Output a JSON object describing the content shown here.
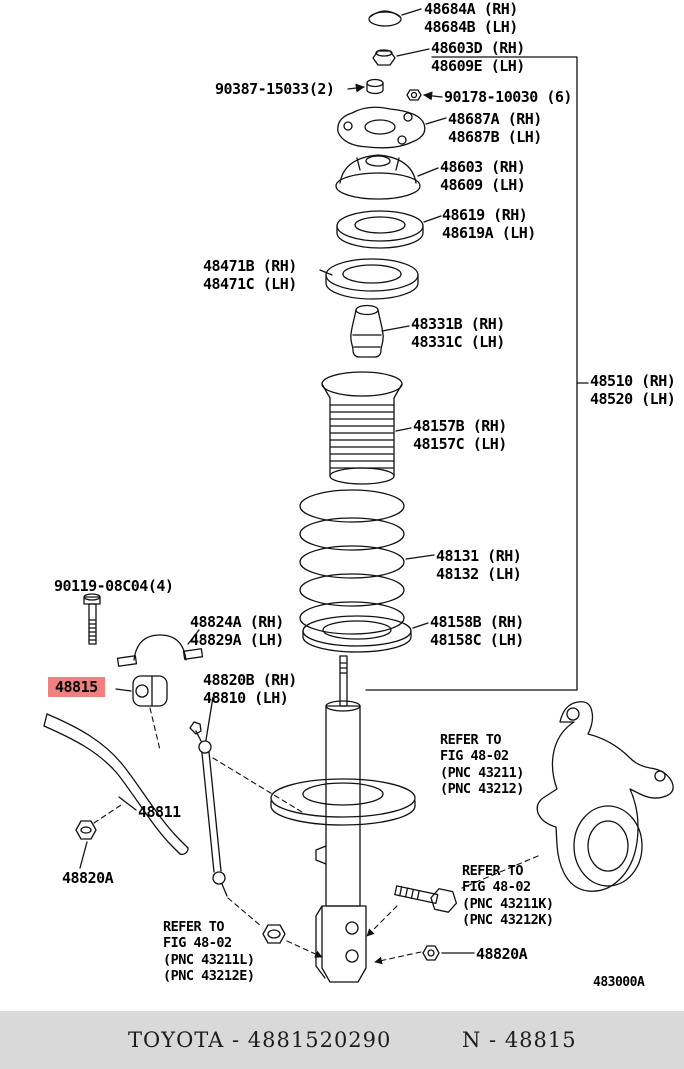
{
  "colors": {
    "highlight": "#f08080",
    "footer_bg": "#d9d9d9"
  },
  "diagram_code": "483000A",
  "footer": {
    "left": "TOYOTA - 4881520290",
    "right": "N - 48815"
  },
  "labels": {
    "p48684": "48684A (RH)\n48684B (LH)",
    "p48603d": "48603D (RH)\n48609E (LH)",
    "p90387": "90387-15033(2)",
    "p90178": "90178-10030 (6)",
    "p48687": "48687A (RH)\n48687B (LH)",
    "p48603": "48603 (RH)\n48609 (LH)",
    "p48619": "48619 (RH)\n48619A (LH)",
    "p48471": "48471B (RH)\n48471C (LH)",
    "p48331": "48331B (RH)\n48331C (LH)",
    "p48510": "48510 (RH)\n48520 (LH)",
    "p48157": "48157B (RH)\n48157C (LH)",
    "p48131": "48131 (RH)\n48132 (LH)",
    "p90119": "90119-08C04(4)",
    "p48824": "48824A (RH)\n48829A (LH)",
    "p48158": "48158B (RH)\n48158C (LH)",
    "p48815": "48815",
    "p48820b": "48820B (RH)\n48810 (LH)",
    "p48811": "48811",
    "p48820a_left": "48820A",
    "p48820a_bottom": "48820A",
    "refer_knuckle": "REFER TO\nFIG 48-02\n(PNC 43211)\n(PNC 43212)",
    "refer_bolt": "REFER TO\nFIG 48-02\n(PNC 43211K)\n(PNC 43212K)",
    "refer_nut": "REFER TO\nFIG 48-02\n(PNC 43211L)\n(PNC 43212E)"
  }
}
